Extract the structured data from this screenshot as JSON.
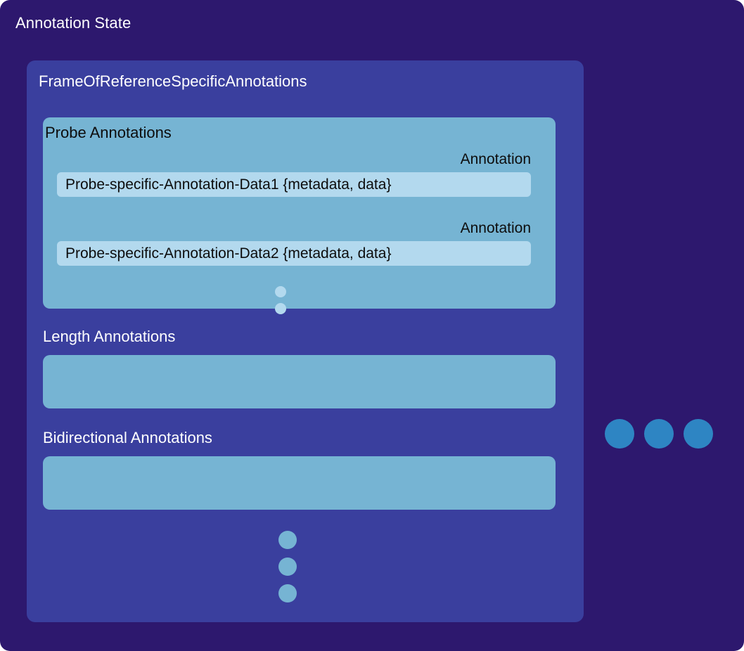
{
  "diagram": {
    "title": "Annotation State",
    "colors": {
      "canvas_background": "#2d186e",
      "frame_panel": "#3a3f9e",
      "group_box": "#76b4d3",
      "annotation_pill": "#b3d9ee",
      "side_dot": "#2e85c3",
      "panel_dot": "#76b4d3",
      "probe_dot": "#b3d9ee",
      "light_text": "#ffffff",
      "dark_text": "#0d0d0d"
    }
  },
  "frame_of_reference": {
    "title": "FrameOfReferenceSpecificAnnotations",
    "probe_group": {
      "title": "Probe Annotations",
      "annotations": [
        {
          "caption": "Annotation",
          "value": "Probe-specific-Annotation-Data1 {metadata, data}"
        },
        {
          "caption": "Annotation",
          "value": "Probe-specific-Annotation-Data2 {metadata, data}"
        }
      ],
      "ellipsis_dot_count": 2
    },
    "sections": [
      {
        "label": "Length Annotations",
        "content": ""
      },
      {
        "label": "Bidirectional Annotations",
        "content": ""
      }
    ],
    "ellipsis_dot_count": 3
  },
  "side_ellipsis": {
    "dot_count": 3
  }
}
